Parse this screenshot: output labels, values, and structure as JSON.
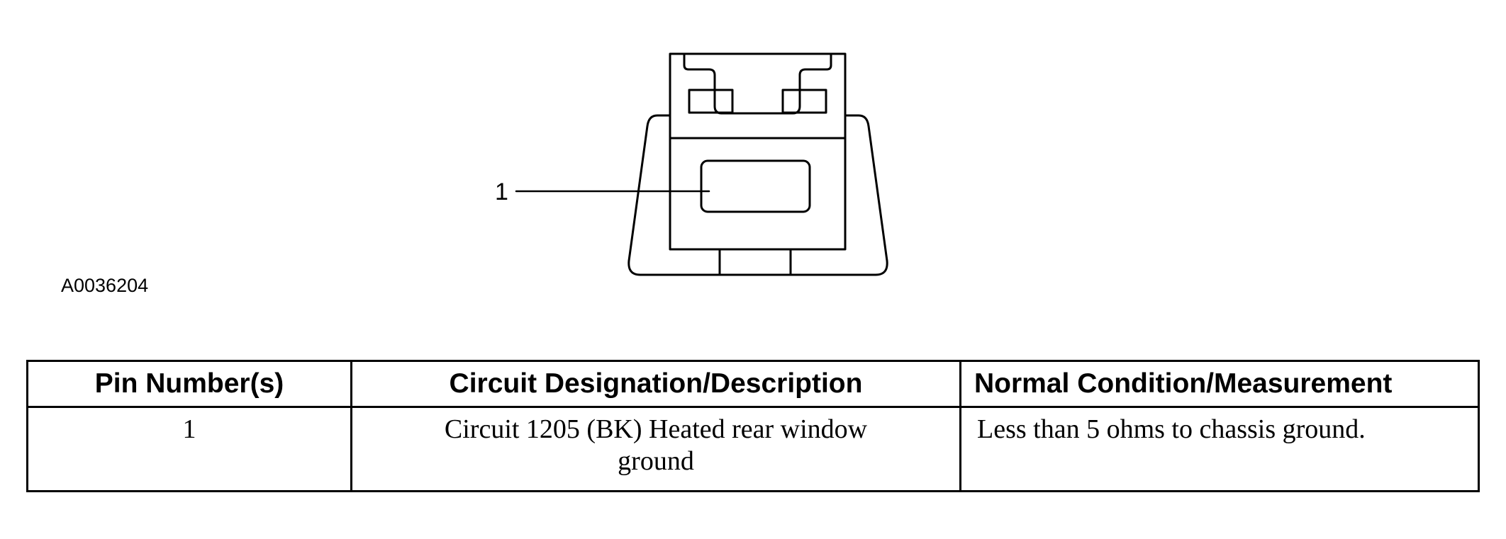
{
  "diagram": {
    "callout_label": "1",
    "figure_id": "A0036204"
  },
  "table": {
    "headers": [
      "Pin Number(s)",
      "Circuit Designation/Description",
      "Normal Condition/Measurement"
    ],
    "rows": [
      {
        "pin": "1",
        "circuit": "Circuit 1205 (BK) Heated rear window ground",
        "condition": "Less than 5 ohms to chassis ground."
      }
    ]
  }
}
